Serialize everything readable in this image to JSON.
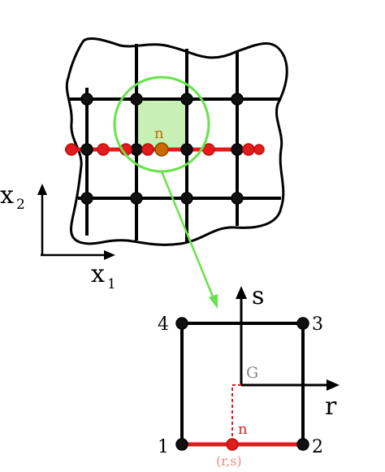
{
  "labels": {
    "x1_main": "x",
    "x1_sub": "1",
    "x2_main": "x",
    "x2_sub": "2",
    "n_top": "n",
    "s_axis": "s",
    "r_axis": "r",
    "g_label": "G",
    "n_bottom": "n",
    "rs_label": "(r,s)",
    "node1": "1",
    "node2": "2",
    "node3": "3",
    "node4": "4"
  },
  "colors": {
    "red": "#e21b1b",
    "green": "#66e34a",
    "green_fill": "#c8f0b4",
    "orange": "#c96a00",
    "grey": "#888888",
    "pink": "#f08a8a",
    "black": "#000000"
  }
}
